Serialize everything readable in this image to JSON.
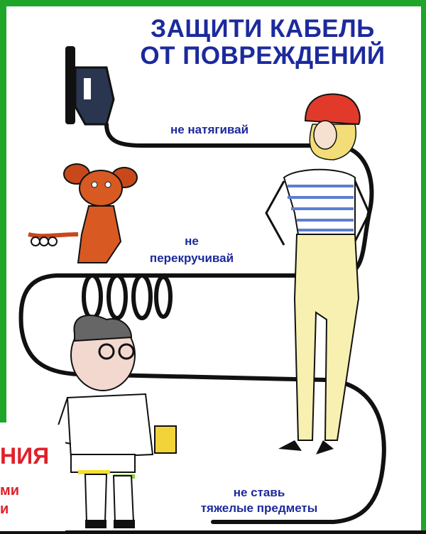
{
  "poster": {
    "title_line1": "ЗАЩИТИ КАБЕЛЬ",
    "title_line2": "ОТ ПОВРЕЖДЕНИЙ",
    "labels": {
      "no_stretch": "не натягивай",
      "no_twist_1": "не",
      "no_twist_2": "перекручивай",
      "no_heavy_1": "не ставь",
      "no_heavy_2": "тяжелые предметы"
    },
    "cut_off_text": {
      "heading_fragment": "НИЯ",
      "line1_fragment": "ми",
      "line2_fragment": "и"
    },
    "colors": {
      "frame": "#1fa52a",
      "title": "#1b2a9c",
      "warning": "#e0202a"
    }
  }
}
